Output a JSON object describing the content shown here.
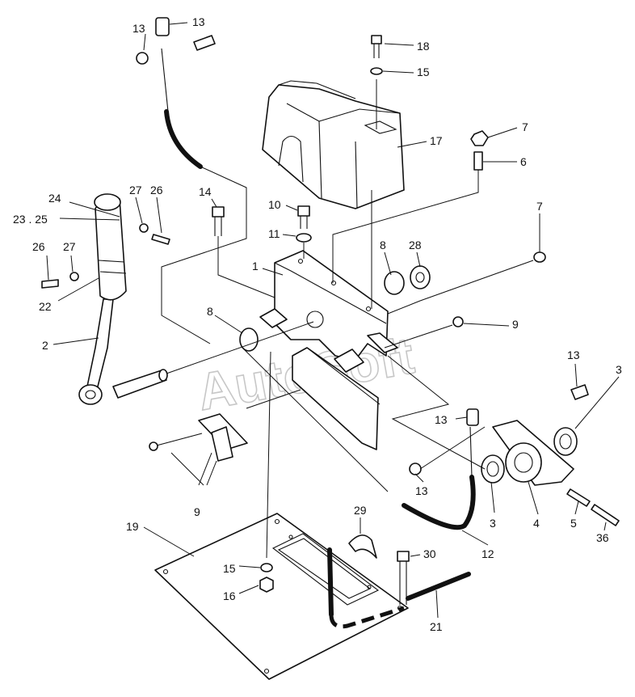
{
  "diagram": {
    "watermark": "AutoSoft",
    "callouts": [
      "13",
      "13",
      "18",
      "15",
      "7",
      "17",
      "6",
      "14",
      "10",
      "11",
      "24",
      "27",
      "26",
      "23 . 25",
      "26",
      "27",
      "22",
      "2",
      "8",
      "28",
      "7",
      "1",
      "8",
      "9",
      "13",
      "3",
      "13",
      "9",
      "13",
      "3",
      "4",
      "5",
      "36",
      "29",
      "30",
      "12",
      "15",
      "16",
      "21",
      "19"
    ]
  }
}
